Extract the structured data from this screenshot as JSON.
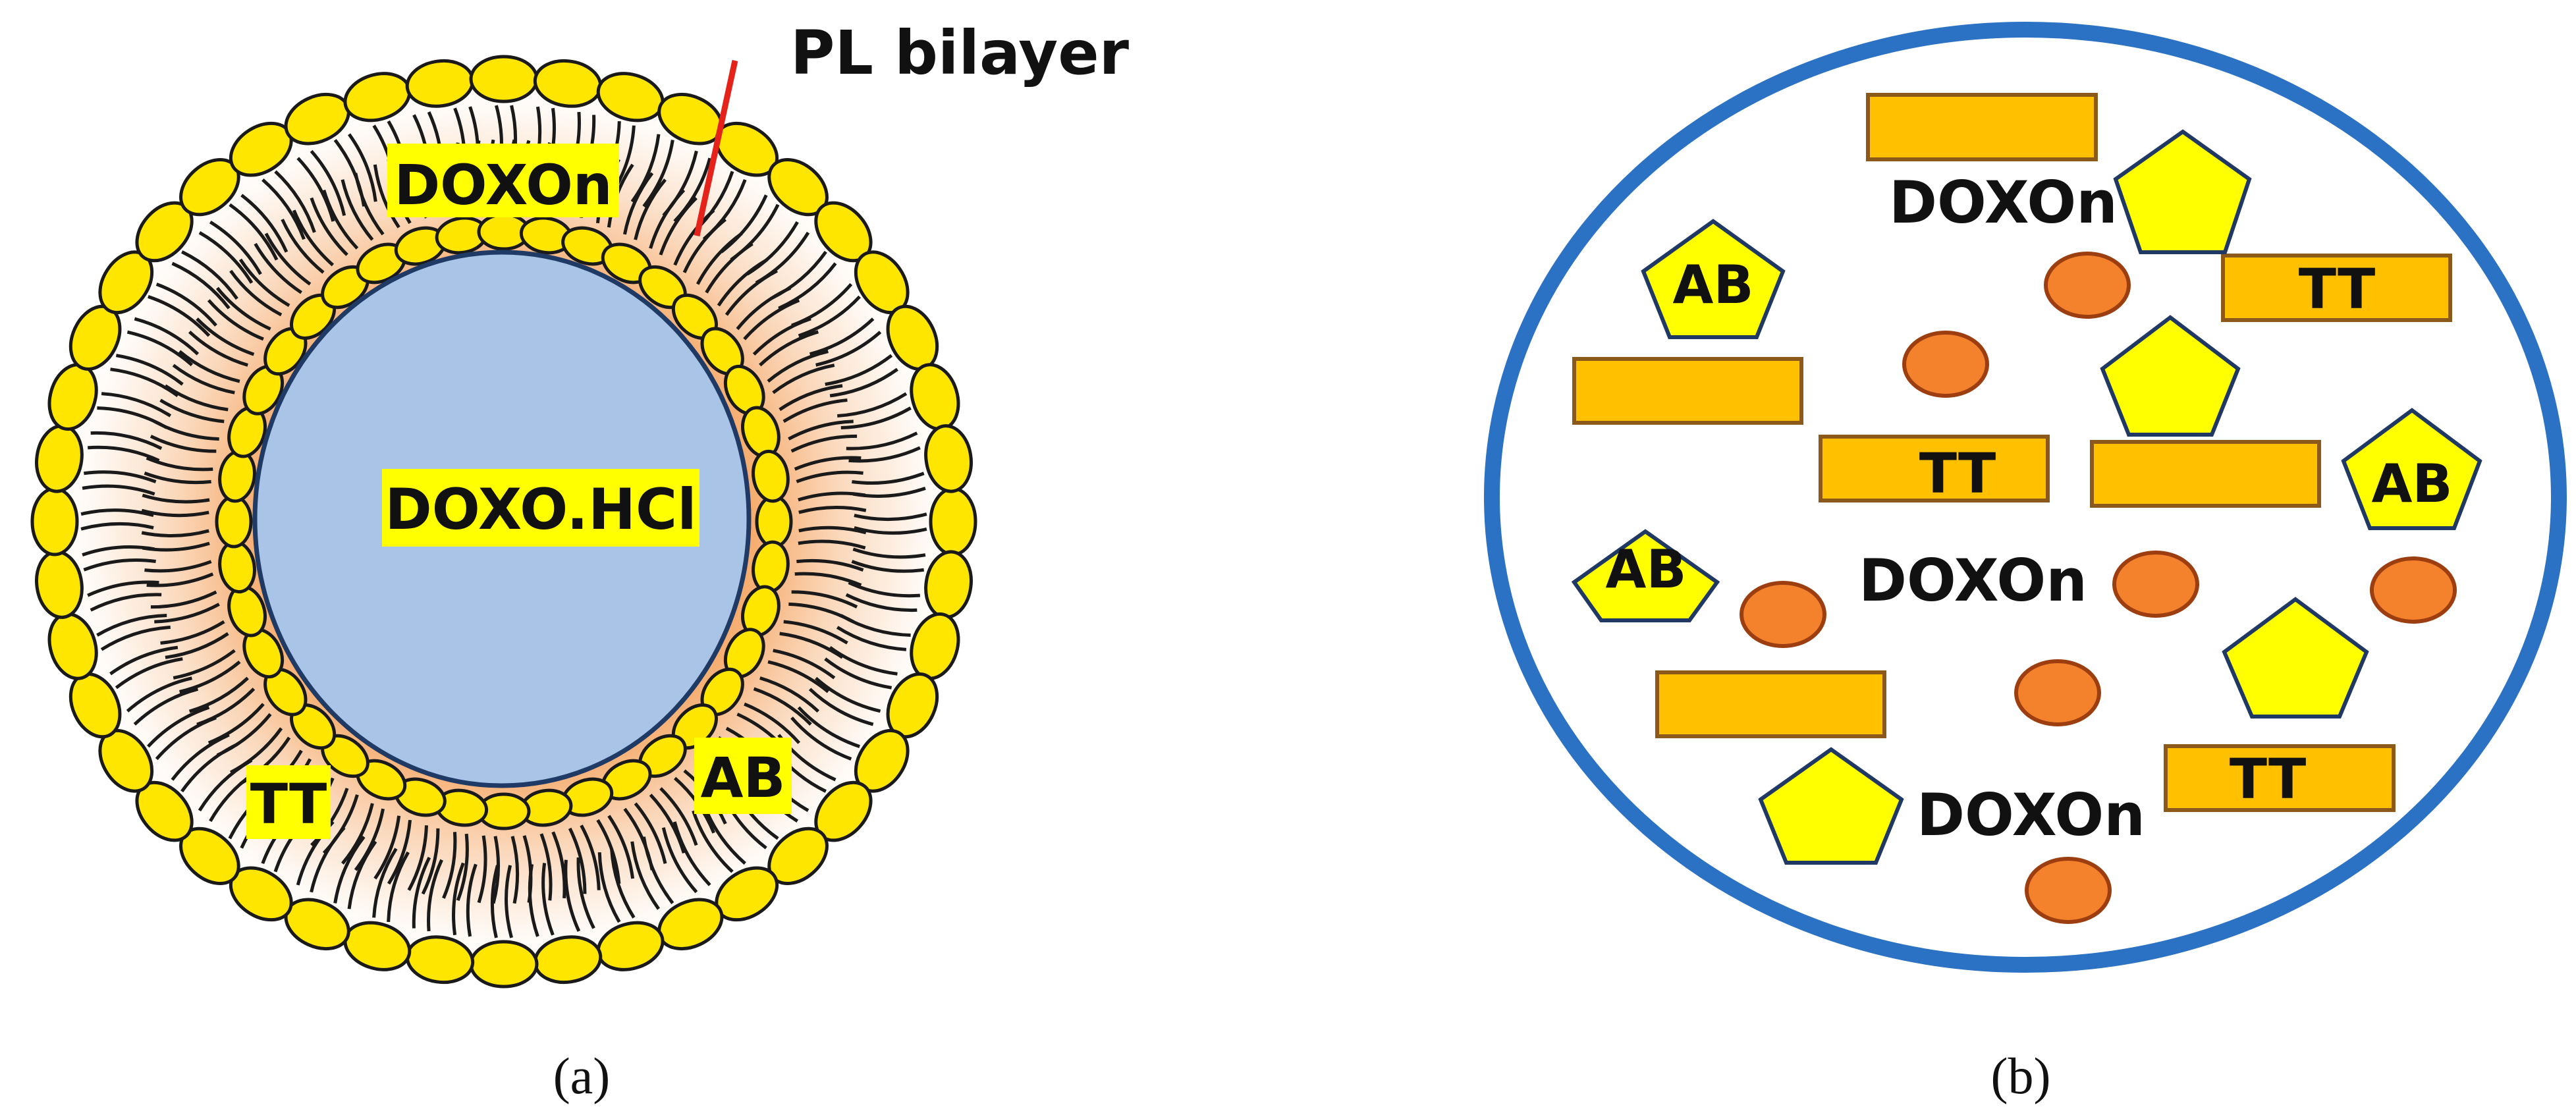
{
  "panel_a": {
    "label_bilayer": "PL bilayer",
    "label_membrane_drug": "DOXOn",
    "label_core_drug": "DOXO.HCl",
    "label_left_agent": "TT",
    "label_right_agent": "AB",
    "caption": "(a)",
    "colors": {
      "head": "#FFE600",
      "outline": "#1a1a1a",
      "core": "#A9C4E6",
      "core_border": "#203A66",
      "gradient_inner": "#F39A4C",
      "pointer": "#E5231B",
      "label_bg": "#FFFF00"
    }
  },
  "panel_b": {
    "caption": "(b)",
    "labels": {
      "doxon_top": "DOXOn",
      "doxon_mid": "DOXOn",
      "doxon_bottom": "DOXOn",
      "ab_left_top": "AB",
      "ab_left_mid": "AB",
      "ab_right": "AB",
      "tt_top_right": "TT",
      "tt_mid": "TT",
      "tt_bottom_right": "TT"
    },
    "colors": {
      "circle_border": "#2B72C4",
      "rect_fill": "#FFC000",
      "rect_stroke": "#8B5A1A",
      "pentagon_fill": "#FFFF00",
      "pentagon_stroke": "#1F3864",
      "oval_fill": "#F4812C",
      "oval_stroke": "#9C3E10"
    }
  }
}
